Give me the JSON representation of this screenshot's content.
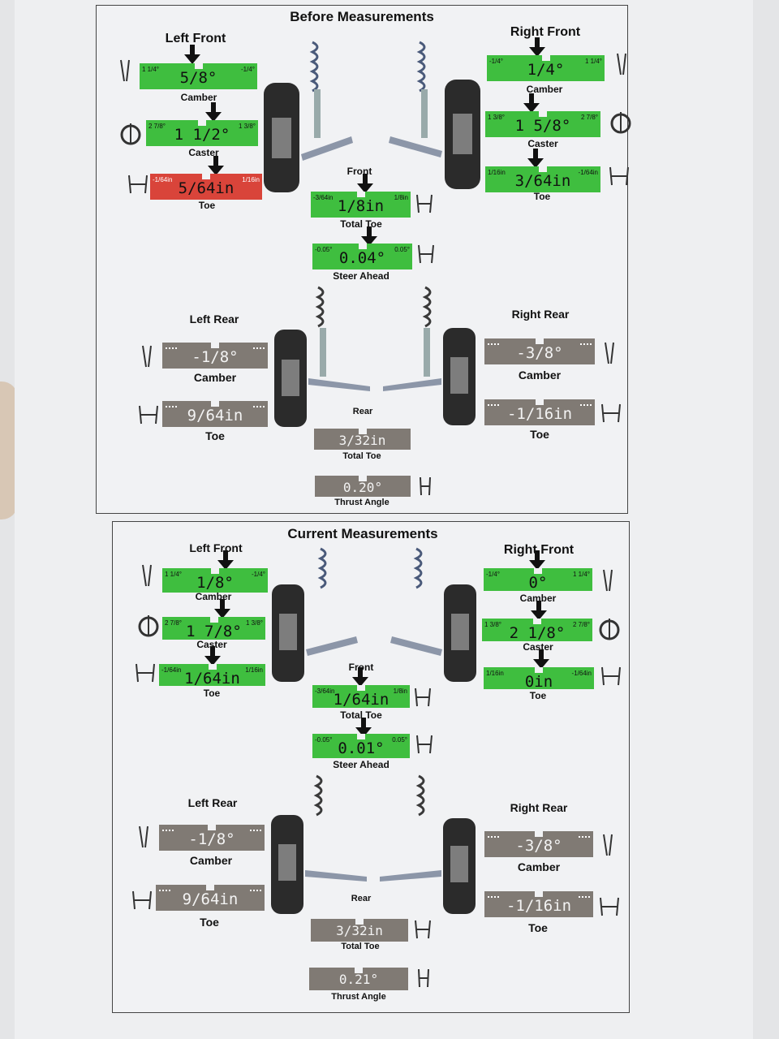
{
  "before": {
    "title": "Before Measurements",
    "left_front": {
      "heading": "Left Front",
      "camber": {
        "value": "5/8°",
        "min": "1 1/4°",
        "max": "-1/4°",
        "label": "Camber"
      },
      "caster": {
        "value": "1 1/2°",
        "min": "2 7/8°",
        "max": "1 3/8°",
        "label": "Caster"
      },
      "toe": {
        "value": "5/64in",
        "min": "-1/64in",
        "max": "1/16in",
        "label": "Toe"
      }
    },
    "right_front": {
      "heading": "Right Front",
      "camber": {
        "value": "1/4°",
        "min": "-1/4°",
        "max": "1 1/4°",
        "label": "Camber"
      },
      "caster": {
        "value": "1 5/8°",
        "min": "1 3/8°",
        "max": "2 7/8°",
        "label": "Caster"
      },
      "toe": {
        "value": "3/64in",
        "min": "1/16in",
        "max": "-1/64in",
        "label": "Toe"
      }
    },
    "front_label": "Front",
    "total_toe": {
      "value": "1/8in",
      "min": "-3/64in",
      "max": "1/8in",
      "label": "Total Toe"
    },
    "steer_ahead": {
      "value": "0.04°",
      "min": "-0.05°",
      "max": "0.05°",
      "label": "Steer Ahead"
    },
    "left_rear": {
      "heading": "Left Rear",
      "camber": {
        "value": "-1/8°",
        "label": "Camber"
      },
      "toe": {
        "value": "9/64in",
        "label": "Toe"
      }
    },
    "right_rear": {
      "heading": "Right Rear",
      "camber": {
        "value": "-3/8°",
        "label": "Camber"
      },
      "toe": {
        "value": "-1/16in",
        "label": "Toe"
      }
    },
    "rear_label": "Rear",
    "rear_total_toe": {
      "value": "3/32in",
      "label": "Total Toe"
    },
    "thrust_angle": {
      "value": "0.20°",
      "label": "Thrust Angle"
    }
  },
  "current": {
    "title": "Current Measurements",
    "left_front": {
      "heading": "Left Front",
      "camber": {
        "value": "1/8°",
        "min": "1 1/4°",
        "max": "-1/4°",
        "label": "Camber"
      },
      "caster": {
        "value": "1 7/8°",
        "min": "2 7/8°",
        "max": "1 3/8°",
        "label": "Caster"
      },
      "toe": {
        "value": "1/64in",
        "min": "-1/64in",
        "max": "1/16in",
        "label": "Toe"
      }
    },
    "right_front": {
      "heading": "Right Front",
      "camber": {
        "value": "0°",
        "min": "-1/4°",
        "max": "1 1/4°",
        "label": "Camber"
      },
      "caster": {
        "value": "2 1/8°",
        "min": "1 3/8°",
        "max": "2 7/8°",
        "label": "Caster"
      },
      "toe": {
        "value": "0in",
        "min": "1/16in",
        "max": "-1/64in",
        "label": "Toe"
      }
    },
    "front_label": "Front",
    "total_toe": {
      "value": "1/64in",
      "min": "-3/64in",
      "max": "1/8in",
      "label": "Total Toe"
    },
    "steer_ahead": {
      "value": "0.01°",
      "min": "-0.05°",
      "max": "0.05°",
      "label": "Steer Ahead"
    },
    "left_rear": {
      "heading": "Left Rear",
      "camber": {
        "value": "-1/8°",
        "label": "Camber"
      },
      "toe": {
        "value": "9/64in",
        "label": "Toe"
      }
    },
    "right_rear": {
      "heading": "Right Rear",
      "camber": {
        "value": "-3/8°",
        "label": "Camber"
      },
      "toe": {
        "value": "-1/16in",
        "label": "Toe"
      }
    },
    "rear_label": "Rear",
    "rear_total_toe": {
      "value": "3/32in",
      "label": "Total Toe"
    },
    "thrust_angle": {
      "value": "0.21°",
      "label": "Thrust Angle"
    }
  },
  "colors": {
    "in_spec": "#3fbe3f",
    "out_of_spec": "#d9443a",
    "no_spec": "#807a74"
  }
}
